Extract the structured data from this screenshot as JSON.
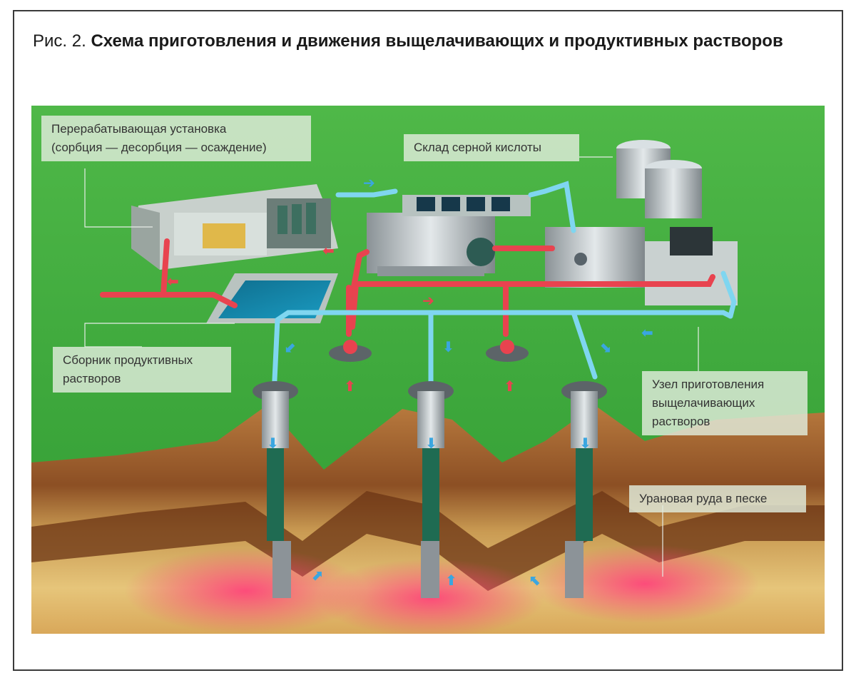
{
  "caption": {
    "prefix": "Рис. 2.",
    "title": "Схема приготовления и движения выщелачивающих и продуктивных растворов"
  },
  "labels": {
    "processing_line1": "Перерабатывающая установка",
    "processing_line2": "(сорбция — десорбция — осаждение)",
    "acid_storage": "Склад серной кислоты",
    "collector_line1": "Сборник продуктивных",
    "collector_line2": "растворов",
    "prep_line1": "Узел приготовления",
    "prep_line2": "выщелачивающих",
    "prep_line3": "растворов",
    "ore": "Урановая руда в песке"
  },
  "colors": {
    "grass": "#3aa33a",
    "leach_solution": "#7fd6f0",
    "productive_solution": "#e8434f",
    "soil_top": "#a8652e",
    "soil_ore": "#d9b15a",
    "ore_glow": "#e8306a"
  }
}
